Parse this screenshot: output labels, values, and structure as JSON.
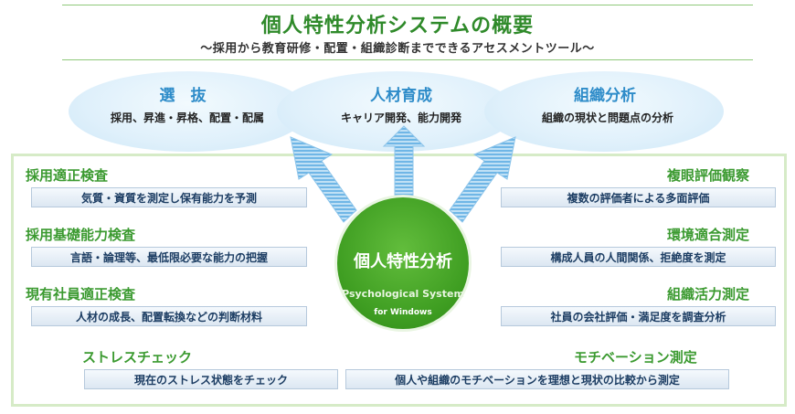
{
  "header": {
    "title": "個人特性分析システムの概要",
    "subtitle": "～採用から教育研修・配置・組織診断までできるアセスメントツール～"
  },
  "purposes": [
    {
      "title": "選　抜",
      "desc": "採用、昇進・昇格、配置・配属"
    },
    {
      "title": "人材育成",
      "desc": "キャリア開発、能力開発"
    },
    {
      "title": "組織分析",
      "desc": "組織の現状と問題点の分析"
    }
  ],
  "center": {
    "title": "個人特性分析",
    "subtitle": "Psychological System",
    "subtitle2": "for Windows"
  },
  "left_items": [
    {
      "title": "採用適正検査",
      "desc": "気質・資質を測定し保有能力を予測"
    },
    {
      "title": "採用基礎能力検査",
      "desc": "言語・論理等、最低限必要な能力の把握"
    },
    {
      "title": "現有社員適正検査",
      "desc": "人材の成長、配置転換などの判断材料"
    },
    {
      "title": "ストレスチェック",
      "desc": "現在のストレス状態をチェック"
    }
  ],
  "right_items": [
    {
      "title": "複眼評価観察",
      "desc": "複数の評価者による多面評価"
    },
    {
      "title": "環境適合測定",
      "desc": "構成人員の人間関係、拒絶度を測定"
    },
    {
      "title": "組織活力測定",
      "desc": "社員の会社評価・満足度を調査分析"
    },
    {
      "title": "モチベーション測定",
      "desc": "個人や組織のモチベーションを理想と現状の比較から測定"
    }
  ],
  "colors": {
    "title_green": "#2f8a2a",
    "section_green": "#3b9a30",
    "ellipse_blue": "#2e8cc9",
    "arrow_blue": "#7bbde8",
    "circle_green": "#3f9e22"
  }
}
